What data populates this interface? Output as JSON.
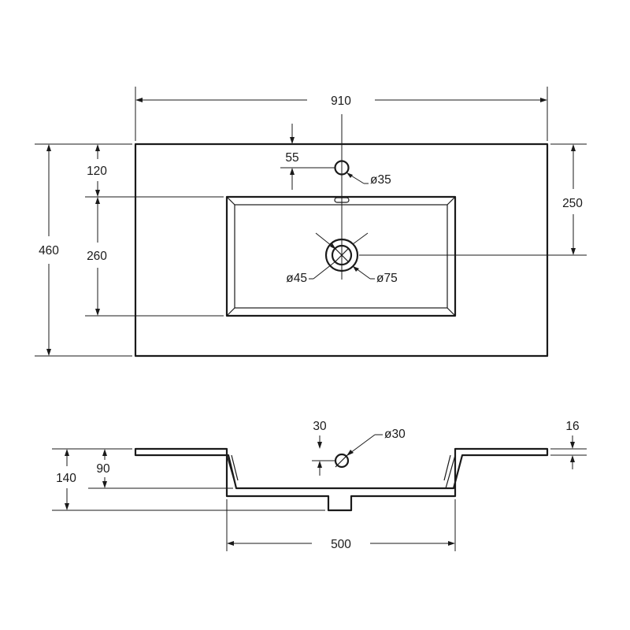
{
  "top_view": {
    "overall_width": "910",
    "overall_depth": "460",
    "front_to_bowl": "120",
    "bowl_depth": "260",
    "edge_to_tap_hole": "55",
    "tap_hole_diameter": "ø35",
    "edge_to_drain_center": "250",
    "drain_diameter": "ø45",
    "drain_outer_diameter": "ø75"
  },
  "side_view": {
    "overflow_offset": "30",
    "overflow_diameter": "ø30",
    "slab_thickness": "16",
    "bowl_height": "90",
    "total_height": "140",
    "bowl_width": "500"
  }
}
